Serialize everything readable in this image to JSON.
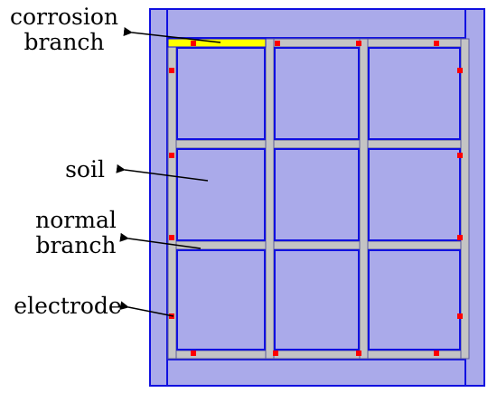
{
  "labels": {
    "corrosion_branch": [
      "corrosion",
      "branch"
    ],
    "soil": "soil",
    "normal_branch": [
      "normal",
      "branch"
    ],
    "electrode": "electrode"
  },
  "colors": {
    "soil_fill": "#aaaaea",
    "outline": "#1010e0",
    "branch": "#c4c4c4",
    "branch_edge": "#5a5a9a",
    "corrosion": "#ffff00",
    "electrode": "#ff0000",
    "arrow": "#000000"
  },
  "grid": {
    "rows": 3,
    "cols": 3
  }
}
